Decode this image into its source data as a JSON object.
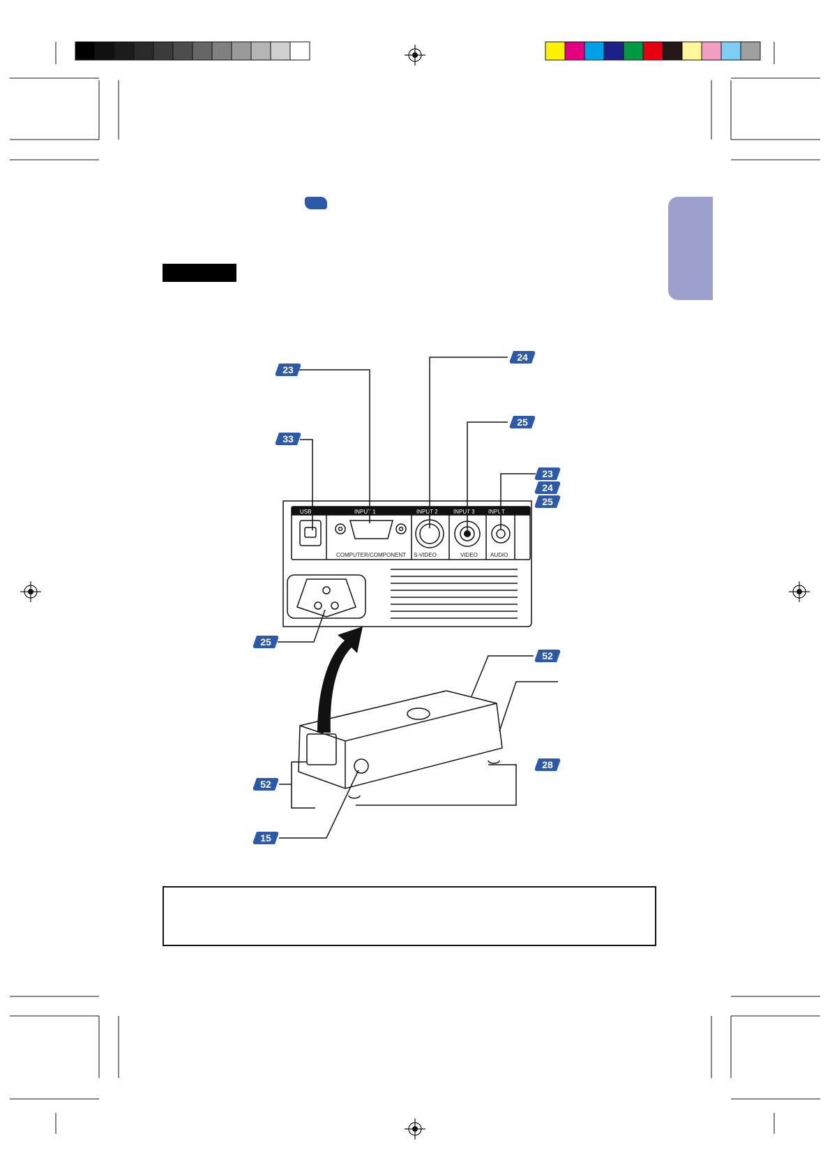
{
  "colors": {
    "reference_badge": "#2d5aa8",
    "side_tab": "#9d9fcd",
    "grayscale_bar": [
      "#000000",
      "#111111",
      "#1c1c1c",
      "#2a2a2a",
      "#3b3b3b",
      "#4d4d4d",
      "#666666",
      "#808080",
      "#9a9a9a",
      "#b5b5b5",
      "#d0d0d0",
      "#ffffff"
    ],
    "process_bar": [
      "#fff200",
      "#e4007f",
      "#00a0e9",
      "#1d2088",
      "#009944",
      "#e60012",
      "#231815",
      "#fff799",
      "#f19ec2",
      "#7ecef4",
      "#9fa0a0"
    ]
  },
  "panel": {
    "usb_label": "USB",
    "input1_label": "INPUT 1",
    "input2_label": "INPUT 2",
    "input3_label": "INPUT 3",
    "input4_label": "INPUT",
    "computer_component_label": "COMPUTER/COMPONENT",
    "svideo_label": "S-VIDEO",
    "video_label": "VIDEO",
    "audio_label": "AUDIO"
  },
  "callouts": {
    "input1": "23",
    "input2": "24",
    "input3": "25",
    "usb": "33",
    "audio_a": "23",
    "audio_b": "24",
    "audio_c": "25",
    "ac_socket": "25",
    "top_right": "52",
    "foot": "28",
    "rear_vent": "52",
    "remote_sensor": "15"
  }
}
